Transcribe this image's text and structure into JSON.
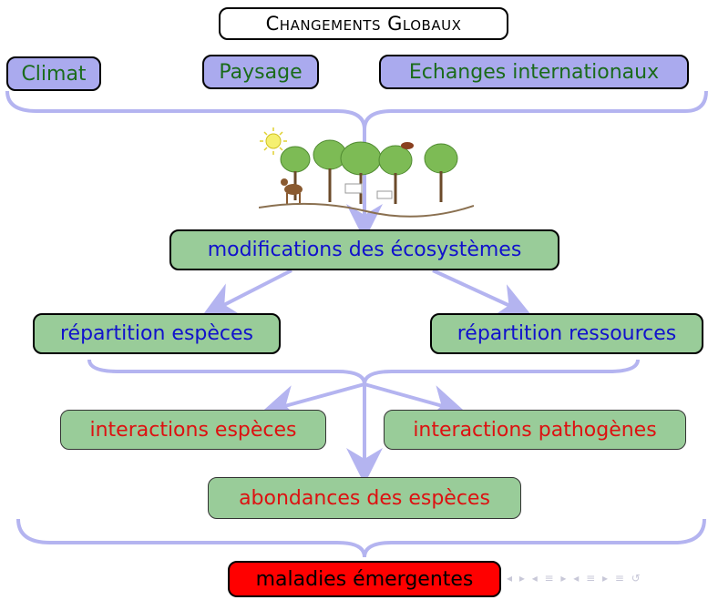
{
  "title": "Changements Globaux",
  "drivers": [
    "Climat",
    "Paysage",
    "Echanges internationaux"
  ],
  "ecosystem": "modifications des écosystèmes",
  "distribution": [
    "répartition espèces",
    "répartition ressources"
  ],
  "interactions": [
    "interactions espèces",
    "interactions pathogènes"
  ],
  "abundance": "abondances des espèces",
  "outcome": "maladies émergentes",
  "colors": {
    "connector": "#b4b4f0",
    "driver_fill": "#aaaaee",
    "node_fill": "#99cc99",
    "outcome_fill": "#ff0000"
  }
}
